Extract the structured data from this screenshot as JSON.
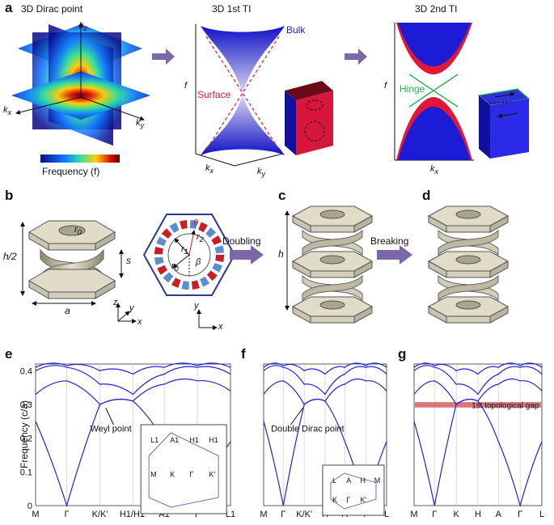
{
  "panel_a": {
    "letter": "a",
    "titles": [
      "3D Dirac point",
      "3D 1st TI",
      "3D 2nd TI"
    ],
    "dirac": {
      "axis_kz": "k",
      "axis_kx": "k",
      "axis_ky": "k",
      "sub_z": "z",
      "sub_x": "x",
      "sub_y": "y",
      "colorbar_label": "Frequency (f)"
    },
    "ti1": {
      "bulk": "Bulk",
      "surface": "Surface",
      "yaxis": "f",
      "kx": "k",
      "ky": "k",
      "sub_x": "x",
      "sub_y": "y"
    },
    "ti2": {
      "hinge": "Hinge",
      "yaxis": "f",
      "kx": "k",
      "sub_x": "x"
    },
    "colors": {
      "bulk": "#1c1cd6",
      "surface": "#e01838",
      "hinge": "#23b04b",
      "arrow": "#7b68a8"
    }
  },
  "panel_b": {
    "letter": "b",
    "labels": {
      "r0": "r",
      "r0_sub": "0",
      "h2": "h/2",
      "s": "s",
      "a": "a",
      "axes": [
        "z",
        "y",
        "x"
      ],
      "theta": "θ",
      "r2": "r",
      "r2_sub": "2",
      "r1": "r",
      "r1_sub": "1",
      "beta": "β",
      "r0b": "r",
      "r0b_sub": "0",
      "xy_y": "y",
      "xy_x": "x"
    },
    "doubling": "Doubling"
  },
  "panel_c": {
    "letter": "c",
    "h": "h",
    "breaking": "Breaking"
  },
  "panel_d": {
    "letter": "d"
  },
  "panel_e": {
    "letter": "e",
    "ylabel": "Frequency (c/a)",
    "yticks": [
      "0",
      "0.1",
      "0.2",
      "0.3",
      "0.4"
    ],
    "xticks": [
      "M",
      "Γ",
      "K/K'",
      "H1/H1'",
      "A1",
      "Γ",
      "L1"
    ],
    "annotation": "Weyl point",
    "inset": {
      "labels": [
        "L1",
        "A1",
        "H1",
        "H1",
        "M",
        "K",
        "Γ",
        "K'"
      ]
    }
  },
  "panel_f": {
    "letter": "f",
    "xticks": [
      "M",
      "Γ",
      "K/K'",
      "H",
      "A",
      "Γ",
      "L"
    ],
    "annotation": "Double Dirac point",
    "inset": {
      "labels": [
        "L",
        "A",
        "H",
        "M",
        "K",
        "Γ",
        "K'"
      ]
    }
  },
  "panel_g": {
    "letter": "g",
    "xticks": [
      "M",
      "Γ",
      "K",
      "H",
      "A",
      "Γ",
      "L"
    ],
    "gap_label": "1st topological gap",
    "colors": {
      "gap": "#d9777a"
    }
  },
  "chart_data": [
    {
      "type": "line",
      "title": "e",
      "ylabel": "Frequency (c/a)",
      "ylim": [
        0,
        0.42
      ],
      "categories": [
        "M",
        "Γ",
        "K/K'",
        "H1/H1'",
        "A1",
        "Γ",
        "L1"
      ],
      "annotations": [
        "Weyl point"
      ]
    },
    {
      "type": "line",
      "title": "f",
      "ylim": [
        0,
        0.42
      ],
      "categories": [
        "M",
        "Γ",
        "K/K'",
        "H",
        "A",
        "Γ",
        "L"
      ],
      "annotations": [
        "Double Dirac point"
      ]
    },
    {
      "type": "line",
      "title": "g",
      "ylim": [
        0,
        0.42
      ],
      "categories": [
        "M",
        "Γ",
        "K",
        "H",
        "A",
        "Γ",
        "L"
      ],
      "annotations": [
        "1st topological gap"
      ],
      "gap_range": [
        0.291,
        0.307
      ]
    }
  ]
}
